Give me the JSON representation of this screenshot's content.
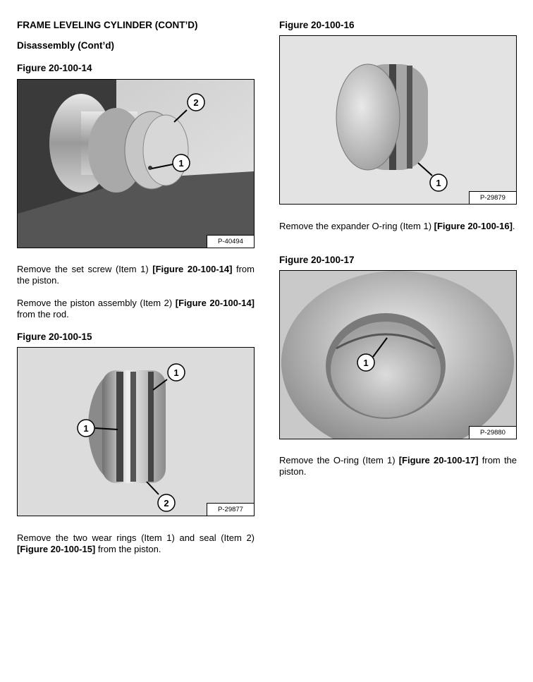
{
  "header": {
    "section_title": "FRAME LEVELING CYLINDER (CONT’D)",
    "subsection_title": "Disassembly (Cont’d)"
  },
  "figures": [
    {
      "caption": "Figure 20-100-14",
      "photo_code": "P-40494",
      "callouts": [
        "2",
        "1"
      ]
    },
    {
      "caption": "Figure 20-100-15",
      "photo_code": "P-29877",
      "callouts": [
        "1",
        "1",
        "2"
      ]
    },
    {
      "caption": "Figure 20-100-16",
      "photo_code": "P-29879",
      "callouts": [
        "1"
      ]
    },
    {
      "caption": "Figure 20-100-17",
      "photo_code": "P-29880",
      "callouts": [
        "1"
      ]
    }
  ],
  "paragraphs": [
    {
      "before": "Remove the set screw (Item 1) ",
      "ref": "[Figure 20-100-14]",
      "after": " from the piston."
    },
    {
      "before": "Remove the piston assembly (Item 2) ",
      "ref": "[Figure 20-100-14]",
      "after": " from the rod."
    },
    {
      "before": "Remove the two wear rings (Item 1) and seal (Item 2) ",
      "ref": "[Figure 20-100-15]",
      "after": " from the piston."
    },
    {
      "before": "Remove the expander O-ring (Item 1) ",
      "ref": "[Figure 20-100-16]",
      "after": "."
    },
    {
      "before": "Remove the O-ring (Item 1) ",
      "ref": "[Figure 20-100-17]",
      "after": " from the piston."
    }
  ],
  "colors": {
    "text": "#000000",
    "background": "#ffffff",
    "metal": "#b9b9b9"
  }
}
